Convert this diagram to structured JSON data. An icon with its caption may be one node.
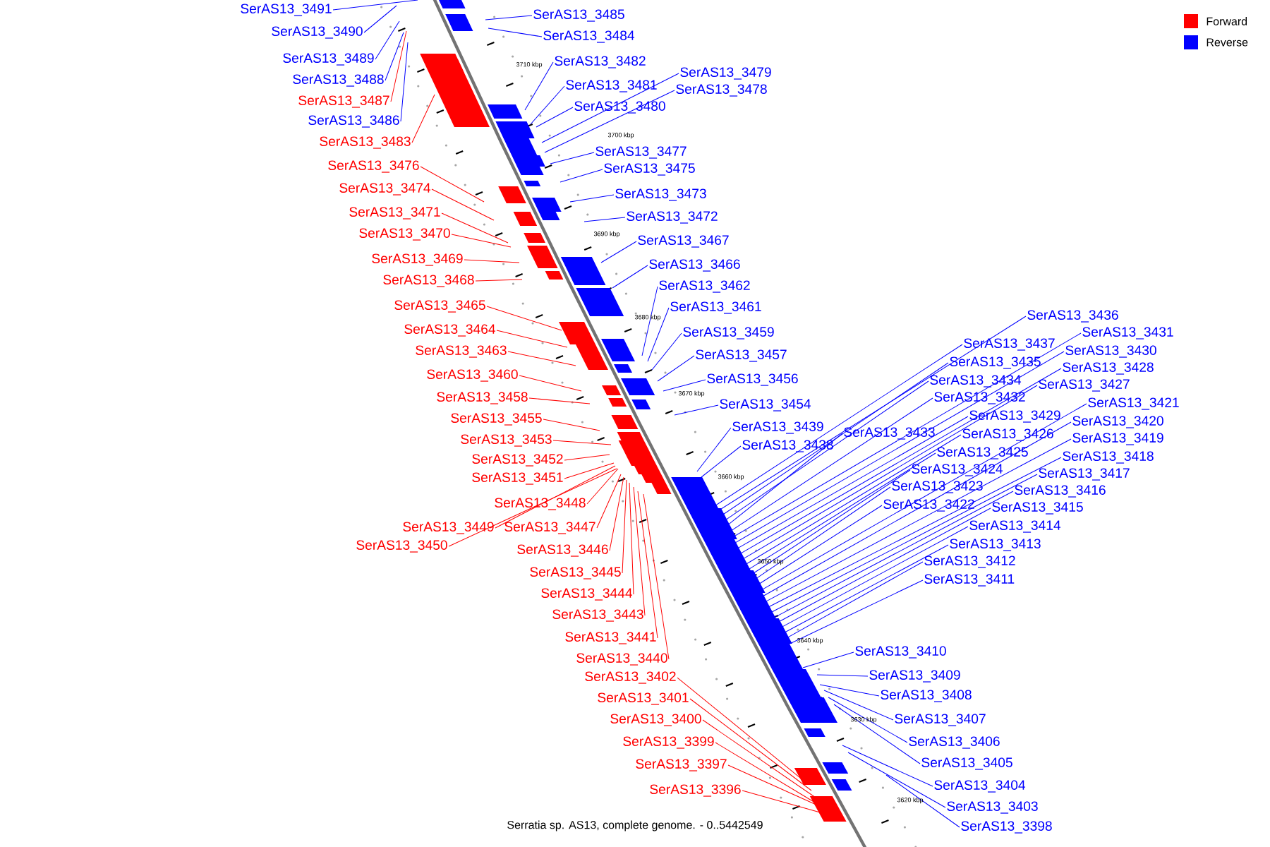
{
  "diagram": {
    "caption": "Serratia sp. AS13, complete genome. - 0..5442549",
    "nodes": [
      {
        "text": [
          "SerAS13_3491"
        ]
      },
      {
        "text": [
          "SerAS13_3490"
        ]
      },
      {
        "text": [
          "SerAS13_3489"
        ]
      },
      {
        "text": [
          "SerAS13_3488"
        ]
      },
      {
        "text": [
          "SerAS13_3487"
        ]
      },
      {
        "text": [
          "SerAS13_3486"
        ]
      },
      {
        "text": [
          "SerAS13_3483"
        ]
      },
      {
        "text": [
          "SerAS13_3485"
        ]
      },
      {
        "text": [
          "SerAS13_3484"
        ]
      },
      {
        "text": [
          "SerAS13_3482"
        ]
      },
      {
        "text": [
          "SerAS13_3481"
        ]
      },
      {
        "text": [
          "SerAS13_3480"
        ]
      },
      {
        "text": [
          "SerAS13_3479"
        ]
      },
      {
        "text": [
          "SerAS13_3478"
        ]
      },
      {
        "text": [
          "SerAS13_3477"
        ]
      },
      {
        "text": [
          "SerAS13_3475"
        ]
      },
      {
        "text": [
          "SerAS13_3473"
        ]
      },
      {
        "text": [
          "SerAS13_3472"
        ]
      },
      {
        "text": [
          "SerAS13_3467"
        ]
      },
      {
        "text": [
          "SerAS13_3466"
        ]
      },
      {
        "text": [
          "SerAS13_3462"
        ]
      },
      {
        "text": [
          "SerAS13_3461"
        ]
      },
      {
        "text": [
          "SerAS13_3459"
        ]
      },
      {
        "text": [
          "SerAS13_3457"
        ]
      },
      {
        "text": [
          "SerAS13_3456"
        ]
      },
      {
        "text": [
          "SerAS13_3454"
        ]
      },
      {
        "text": [
          "SerAS13_3439"
        ]
      },
      {
        "text": [
          "SerAS13_3438"
        ]
      },
      {
        "text": [
          "SerAS13_3436"
        ]
      },
      {
        "text": [
          "SerAS13_3437"
        ]
      },
      {
        "text": [
          "SerAS13_3431"
        ]
      },
      {
        "text": [
          "SerAS13_3435"
        ]
      },
      {
        "text": [
          "SerAS13_3430"
        ]
      },
      {
        "text": [
          "SerAS13_3434"
        ]
      },
      {
        "text": [
          "SerAS13_3428"
        ]
      },
      {
        "text": [
          "SerAS13_3432"
        ]
      },
      {
        "text": [
          "SerAS13_3427"
        ]
      },
      {
        "text": [
          "SerAS13_3433"
        ]
      },
      {
        "text": [
          "SerAS13_3429"
        ]
      },
      {
        "text": [
          "SerAS13_3421"
        ]
      },
      {
        "text": [
          "SerAS13_3426"
        ]
      },
      {
        "text": [
          "SerAS13_3420"
        ]
      },
      {
        "text": [
          "SerAS13_3425"
        ]
      },
      {
        "text": [
          "SerAS13_3419"
        ]
      },
      {
        "text": [
          "SerAS13_3424"
        ]
      },
      {
        "text": [
          "SerAS13_3418"
        ]
      },
      {
        "text": [
          "SerAS13_3423"
        ]
      },
      {
        "text": [
          "SerAS13_3417"
        ]
      },
      {
        "text": [
          "SerAS13_3422"
        ]
      },
      {
        "text": [
          "SerAS13_3416"
        ]
      },
      {
        "text": [
          "SerAS13_3415"
        ]
      },
      {
        "text": [
          "SerAS13_3414"
        ]
      },
      {
        "text": [
          "SerAS13_3413"
        ]
      },
      {
        "text": [
          "SerAS13_3412"
        ]
      },
      {
        "text": [
          "SerAS13_3411"
        ]
      },
      {
        "text": [
          "SerAS13_3410"
        ]
      },
      {
        "text": [
          "SerAS13_3409"
        ]
      },
      {
        "text": [
          "SerAS13_3408"
        ]
      },
      {
        "text": [
          "SerAS13_3407"
        ]
      },
      {
        "text": [
          "SerAS13_3406"
        ]
      },
      {
        "text": [
          "SerAS13_3405"
        ]
      },
      {
        "text": [
          "SerAS13_3404"
        ]
      },
      {
        "text": [
          "SerAS13_3403"
        ]
      },
      {
        "text": [
          "SerAS13_3398"
        ]
      },
      {
        "text": [
          "SerAS13_3476"
        ]
      },
      {
        "text": [
          "SerAS13_3474"
        ]
      },
      {
        "text": [
          "SerAS13_3471"
        ]
      },
      {
        "text": [
          "SerAS13_3470"
        ]
      },
      {
        "text": [
          "SerAS13_3469"
        ]
      },
      {
        "text": [
          "SerAS13_3468"
        ]
      },
      {
        "text": [
          "SerAS13_3465"
        ]
      },
      {
        "text": [
          "SerAS13_3464"
        ]
      },
      {
        "text": [
          "SerAS13_3463"
        ]
      },
      {
        "text": [
          "SerAS13_3460"
        ]
      },
      {
        "text": [
          "SerAS13_3458"
        ]
      },
      {
        "text": [
          "SerAS13_3455"
        ]
      },
      {
        "text": [
          "SerAS13_3453"
        ]
      },
      {
        "text": [
          "SerAS13_3452"
        ]
      },
      {
        "text": [
          "SerAS13_3451"
        ]
      },
      {
        "text": [
          "SerAS13_3448"
        ]
      },
      {
        "text": [
          "SerAS13_3449"
        ]
      },
      {
        "text": [
          "SerAS13_3447"
        ]
      },
      {
        "text": [
          "SerAS13_3450"
        ]
      },
      {
        "text": [
          "SerAS13_3446"
        ]
      },
      {
        "text": [
          "SerAS13_3445"
        ]
      },
      {
        "text": [
          "SerAS13_3444"
        ]
      },
      {
        "text": [
          "SerAS13_3443"
        ]
      },
      {
        "text": [
          "SerAS13_3441"
        ]
      },
      {
        "text": [
          "SerAS13_3440"
        ]
      },
      {
        "text": [
          "SerAS13_3402"
        ]
      },
      {
        "text": [
          "SerAS13_3401"
        ]
      },
      {
        "text": [
          "SerAS13_3400"
        ]
      },
      {
        "text": [
          "SerAS13_3399"
        ]
      },
      {
        "text": [
          "SerAS13_3397"
        ]
      },
      {
        "text": [
          "SerAS13_3396"
        ]
      }
    ],
    "edges": [
      {
        "from": 0,
        "to": null,
        "arrow": "none"
      },
      {
        "from": 1,
        "to": null,
        "arrow": "none"
      },
      {
        "from": 2,
        "to": null,
        "arrow": "none"
      },
      {
        "from": 3,
        "to": null,
        "arrow": "none"
      },
      {
        "from": 4,
        "to": null,
        "arrow": "none",
        "color": "#ff0000"
      },
      {
        "from": 5,
        "to": null,
        "arrow": "none"
      },
      {
        "from": 6,
        "to": null,
        "arrow": "none",
        "color": "#ff0000"
      },
      {
        "from": 7,
        "to": null,
        "arrow": "none"
      },
      {
        "from": 8,
        "to": null,
        "arrow": "none"
      },
      {
        "from": 9,
        "to": null,
        "arrow": "none"
      },
      {
        "from": 10,
        "to": null,
        "arrow": "none"
      },
      {
        "from": 11,
        "to": null,
        "arrow": "none"
      },
      {
        "from": 12,
        "to": null,
        "arrow": "none"
      },
      {
        "from": 13,
        "to": null,
        "arrow": "none"
      },
      {
        "from": 14,
        "to": null,
        "arrow": "none"
      },
      {
        "from": 15,
        "to": null,
        "arrow": "none"
      },
      {
        "from": 16,
        "to": null,
        "arrow": "none"
      },
      {
        "from": 17,
        "to": null,
        "arrow": "none"
      },
      {
        "from": 18,
        "to": null,
        "arrow": "none"
      },
      {
        "from": 19,
        "to": null,
        "arrow": "none"
      },
      {
        "from": 20,
        "to": null,
        "arrow": "none"
      },
      {
        "from": 21,
        "to": null,
        "arrow": "none"
      },
      {
        "from": 22,
        "to": null,
        "arrow": "none"
      },
      {
        "from": 23,
        "to": null,
        "arrow": "none"
      },
      {
        "from": 24,
        "to": null,
        "arrow": "none"
      },
      {
        "from": 25,
        "to": null,
        "arrow": "none"
      },
      {
        "from": 26,
        "to": null,
        "arrow": "none"
      },
      {
        "from": 27,
        "to": null,
        "arrow": "none"
      },
      {
        "from": 28,
        "to": null,
        "arrow": "none"
      },
      {
        "from": 29,
        "to": null,
        "arrow": "none"
      },
      {
        "from": 30,
        "to": null,
        "arrow": "none"
      },
      {
        "from": 31,
        "to": null,
        "arrow": "none"
      },
      {
        "from": 32,
        "to": null,
        "arrow": "none"
      },
      {
        "from": 33,
        "to": null,
        "arrow": "none"
      },
      {
        "from": 34,
        "to": null,
        "arrow": "none"
      },
      {
        "from": 35,
        "to": null,
        "arrow": "none"
      },
      {
        "from": 36,
        "to": null,
        "arrow": "none"
      },
      {
        "from": 37,
        "to": null,
        "arrow": "none"
      },
      {
        "from": 38,
        "to": null,
        "arrow": "none"
      },
      {
        "from": 39,
        "to": null,
        "arrow": "none"
      },
      {
        "from": 40,
        "to": null,
        "arrow": "none"
      },
      {
        "from": 41,
        "to": null,
        "arrow": "none"
      },
      {
        "from": 42,
        "to": null,
        "arrow": "none"
      },
      {
        "from": 43,
        "to": null,
        "arrow": "none"
      },
      {
        "from": 44,
        "to": null,
        "arrow": "none"
      },
      {
        "from": 45,
        "to": null,
        "arrow": "none"
      },
      {
        "from": 46,
        "to": null,
        "arrow": "none"
      },
      {
        "from": 47,
        "to": null,
        "arrow": "none"
      },
      {
        "from": 48,
        "to": null,
        "arrow": "none"
      },
      {
        "from": 49,
        "to": null,
        "arrow": "none"
      },
      {
        "from": 50,
        "to": null,
        "arrow": "none"
      },
      {
        "from": 51,
        "to": null,
        "arrow": "none"
      },
      {
        "from": 52,
        "to": null,
        "arrow": "none"
      },
      {
        "from": 53,
        "to": null,
        "arrow": "none"
      },
      {
        "from": 54,
        "to": null,
        "arrow": "none"
      },
      {
        "from": 55,
        "to": null,
        "arrow": "none"
      },
      {
        "from": 56,
        "to": null,
        "arrow": "none"
      },
      {
        "from": 57,
        "to": null,
        "arrow": "none"
      },
      {
        "from": 58,
        "to": null,
        "arrow": "none"
      },
      {
        "from": 59,
        "to": null,
        "arrow": "none"
      },
      {
        "from": 60,
        "to": null,
        "arrow": "none"
      },
      {
        "from": 61,
        "to": null,
        "arrow": "none"
      },
      {
        "from": 62,
        "to": null,
        "arrow": "none"
      },
      {
        "from": 63,
        "to": null,
        "arrow": "none"
      },
      {
        "from": 64,
        "to": null,
        "arrow": "none",
        "color": "#ff0000"
      },
      {
        "from": 65,
        "to": null,
        "arrow": "none",
        "color": "#ff0000"
      },
      {
        "from": 66,
        "to": null,
        "arrow": "none",
        "color": "#ff0000"
      },
      {
        "from": 67,
        "to": null,
        "arrow": "none",
        "color": "#ff0000"
      },
      {
        "from": 68,
        "to": null,
        "arrow": "none",
        "color": "#ff0000"
      },
      {
        "from": 69,
        "to": null,
        "arrow": "none",
        "color": "#ff0000"
      },
      {
        "from": 70,
        "to": null,
        "arrow": "none",
        "color": "#ff0000"
      },
      {
        "from": 71,
        "to": null,
        "arrow": "none",
        "color": "#ff0000"
      },
      {
        "from": 72,
        "to": null,
        "arrow": "none",
        "color": "#ff0000"
      },
      {
        "from": 73,
        "to": null,
        "arrow": "none",
        "color": "#ff0000"
      },
      {
        "from": 74,
        "to": null,
        "arrow": "none",
        "color": "#ff0000"
      },
      {
        "from": 75,
        "to": null,
        "arrow": "none",
        "color": "#ff0000"
      },
      {
        "from": 76,
        "to": null,
        "arrow": "none",
        "color": "#ff0000"
      },
      {
        "from": 77,
        "to": null,
        "arrow": "none",
        "color": "#ff0000"
      },
      {
        "from": 78,
        "to": null,
        "arrow": "none",
        "color": "#ff0000"
      },
      {
        "from": 79,
        "to": null,
        "arrow": "none",
        "color": "#ff0000"
      },
      {
        "from": 80,
        "to": null,
        "arrow": "none",
        "color": "#ff0000"
      },
      {
        "from": 81,
        "to": null,
        "arrow": "none",
        "color": "#ff0000"
      },
      {
        "from": 82,
        "to": null,
        "arrow": "none",
        "color": "#ff0000"
      },
      {
        "from": 83,
        "to": null,
        "arrow": "none",
        "color": "#ff0000"
      },
      {
        "from": 84,
        "to": null,
        "arrow": "none",
        "color": "#ff0000"
      },
      {
        "from": 85,
        "to": null,
        "arrow": "none",
        "color": "#ff0000"
      },
      {
        "from": 86,
        "to": null,
        "arrow": "none",
        "color": "#ff0000"
      },
      {
        "from": 87,
        "to": null,
        "arrow": "none",
        "color": "#ff0000"
      },
      {
        "from": 88,
        "to": null,
        "arrow": "none",
        "color": "#ff0000"
      },
      {
        "from": 89,
        "to": null,
        "arrow": "none",
        "color": "#ff0000"
      },
      {
        "from": 90,
        "to": null,
        "arrow": "none",
        "color": "#ff0000"
      },
      {
        "from": 91,
        "to": null,
        "arrow": "none",
        "color": "#ff0000"
      },
      {
        "from": 92,
        "to": null,
        "arrow": "none",
        "color": "#ff0000"
      },
      {
        "from": 93,
        "to": null,
        "arrow": "none",
        "color": "#ff0000"
      },
      {
        "from": 94,
        "to": null,
        "arrow": "none",
        "color": "#ff0000"
      }
    ],
    "labels": [
      "3710 kbp",
      "3700 kbp",
      "3690 kbp",
      "3680 kbp",
      "3670 kbp",
      "3660 kbp",
      "3650 kbp",
      "3640 kbp",
      "3630 kbp",
      "3620 kbp"
    ],
    "legend": [
      {
        "text": "Forward",
        "color": "#ff0000"
      },
      {
        "text": "Reverse",
        "color": "#0000ff"
      }
    ]
  }
}
